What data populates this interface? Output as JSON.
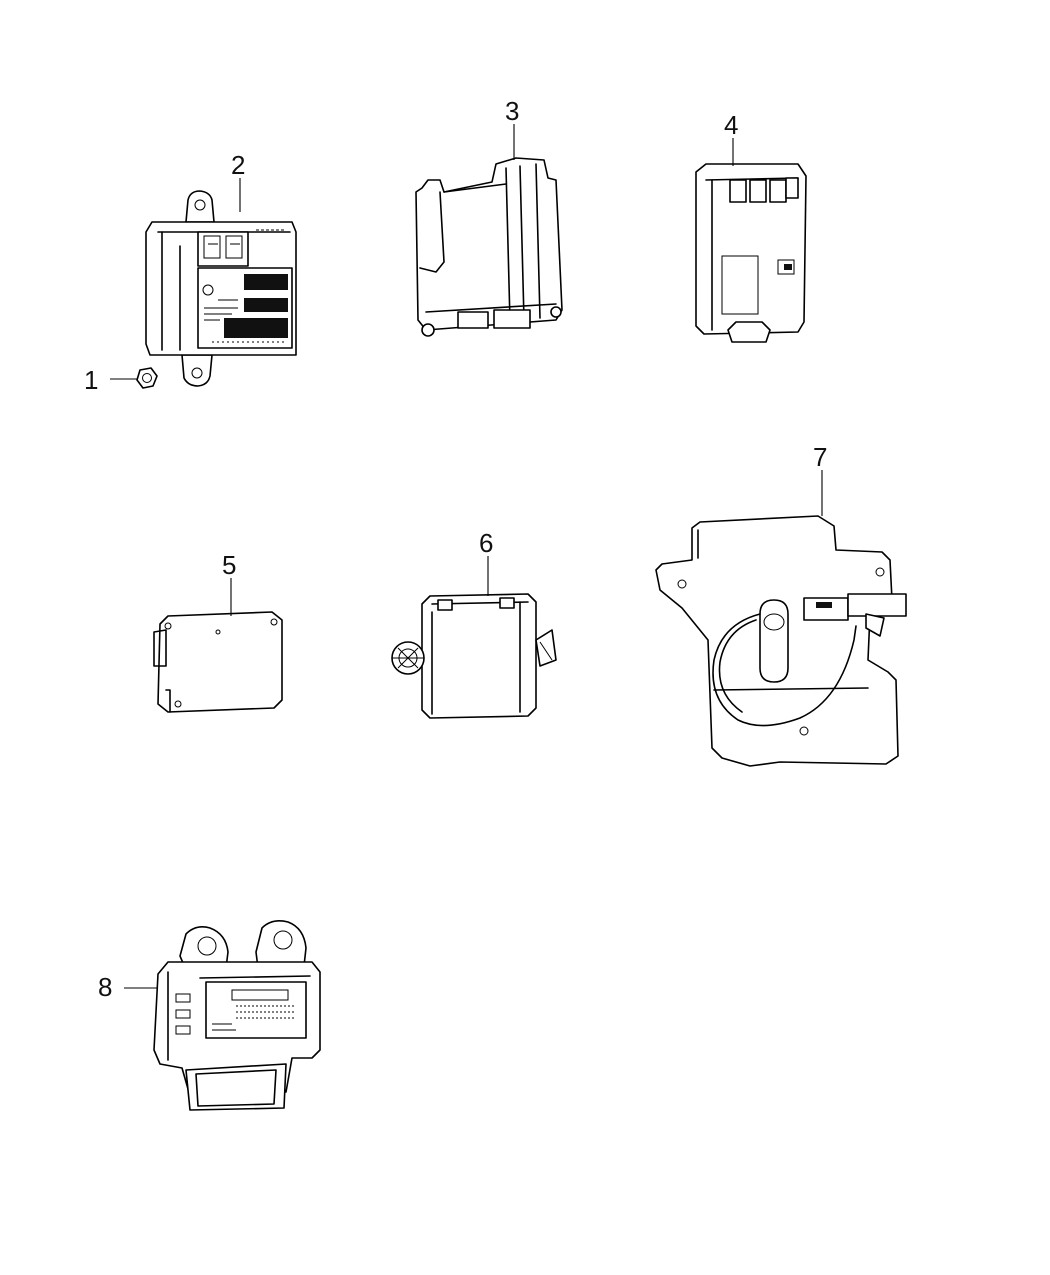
{
  "diagram": {
    "parts": [
      {
        "id": "part-1",
        "callout": "1",
        "icon": "nut"
      },
      {
        "id": "part-2",
        "callout": "2",
        "icon": "control-module"
      },
      {
        "id": "part-3",
        "callout": "3",
        "icon": "control-module"
      },
      {
        "id": "part-4",
        "callout": "4",
        "icon": "module-bracket"
      },
      {
        "id": "part-5",
        "callout": "5",
        "icon": "control-module"
      },
      {
        "id": "part-6",
        "callout": "6",
        "icon": "control-module"
      },
      {
        "id": "part-7",
        "callout": "7",
        "icon": "control-module"
      },
      {
        "id": "part-8",
        "callout": "8",
        "icon": "airbag-control-module"
      }
    ]
  }
}
